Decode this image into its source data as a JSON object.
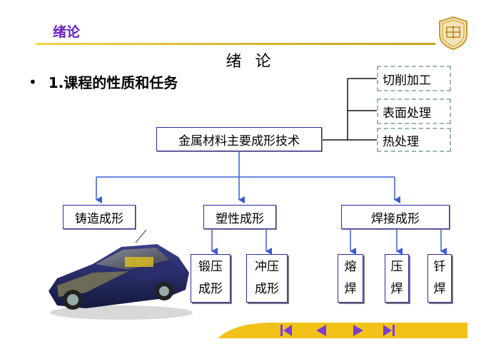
{
  "header": {
    "title": "绪论"
  },
  "slide": {
    "title": "绪 论"
  },
  "bullet": {
    "dot": "•",
    "text": "1.课程的性质和任务"
  },
  "root_box": {
    "label": "金属材料主要成形技术"
  },
  "right_items": [
    "切削加工",
    "表面处理",
    "热处理"
  ],
  "level2": {
    "casting": "铸造成形",
    "plastic": "塑性成形",
    "welding": "焊接成形"
  },
  "plastic_children": [
    {
      "line1": "锻压",
      "line2": "成形"
    },
    {
      "line1": "冲压",
      "line2": "成形"
    }
  ],
  "welding_children": [
    {
      "line1": "熔",
      "line2": "焊"
    },
    {
      "line1": "压",
      "line2": "焊"
    },
    {
      "line1": "钎",
      "line2": "焊"
    }
  ],
  "nav": {
    "first": "first-icon",
    "prev": "prev-icon",
    "next": "next-icon",
    "last": "last-icon"
  },
  "colors": {
    "header_text": "#6a1ec8",
    "box_border": "#2a2aa8",
    "arrow": "#3b5bd6",
    "gold": "#f2c21a"
  }
}
